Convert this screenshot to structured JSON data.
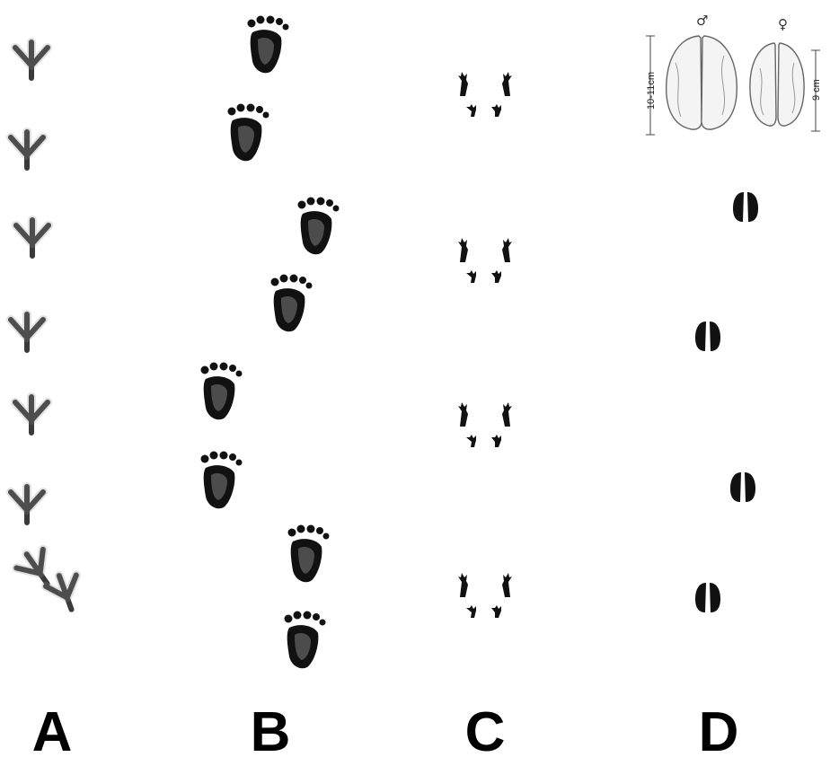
{
  "columns": [
    {
      "label": "A"
    },
    {
      "label": "B"
    },
    {
      "label": "C"
    },
    {
      "label": "D"
    }
  ],
  "inset": {
    "male_symbol": "♂",
    "female_symbol": "♀",
    "male_size": "10-11cm",
    "female_size": "9 cm"
  },
  "colors": {
    "ink": "#111111",
    "bird_ink": "#3a3a3a",
    "sketch": "#777777"
  }
}
